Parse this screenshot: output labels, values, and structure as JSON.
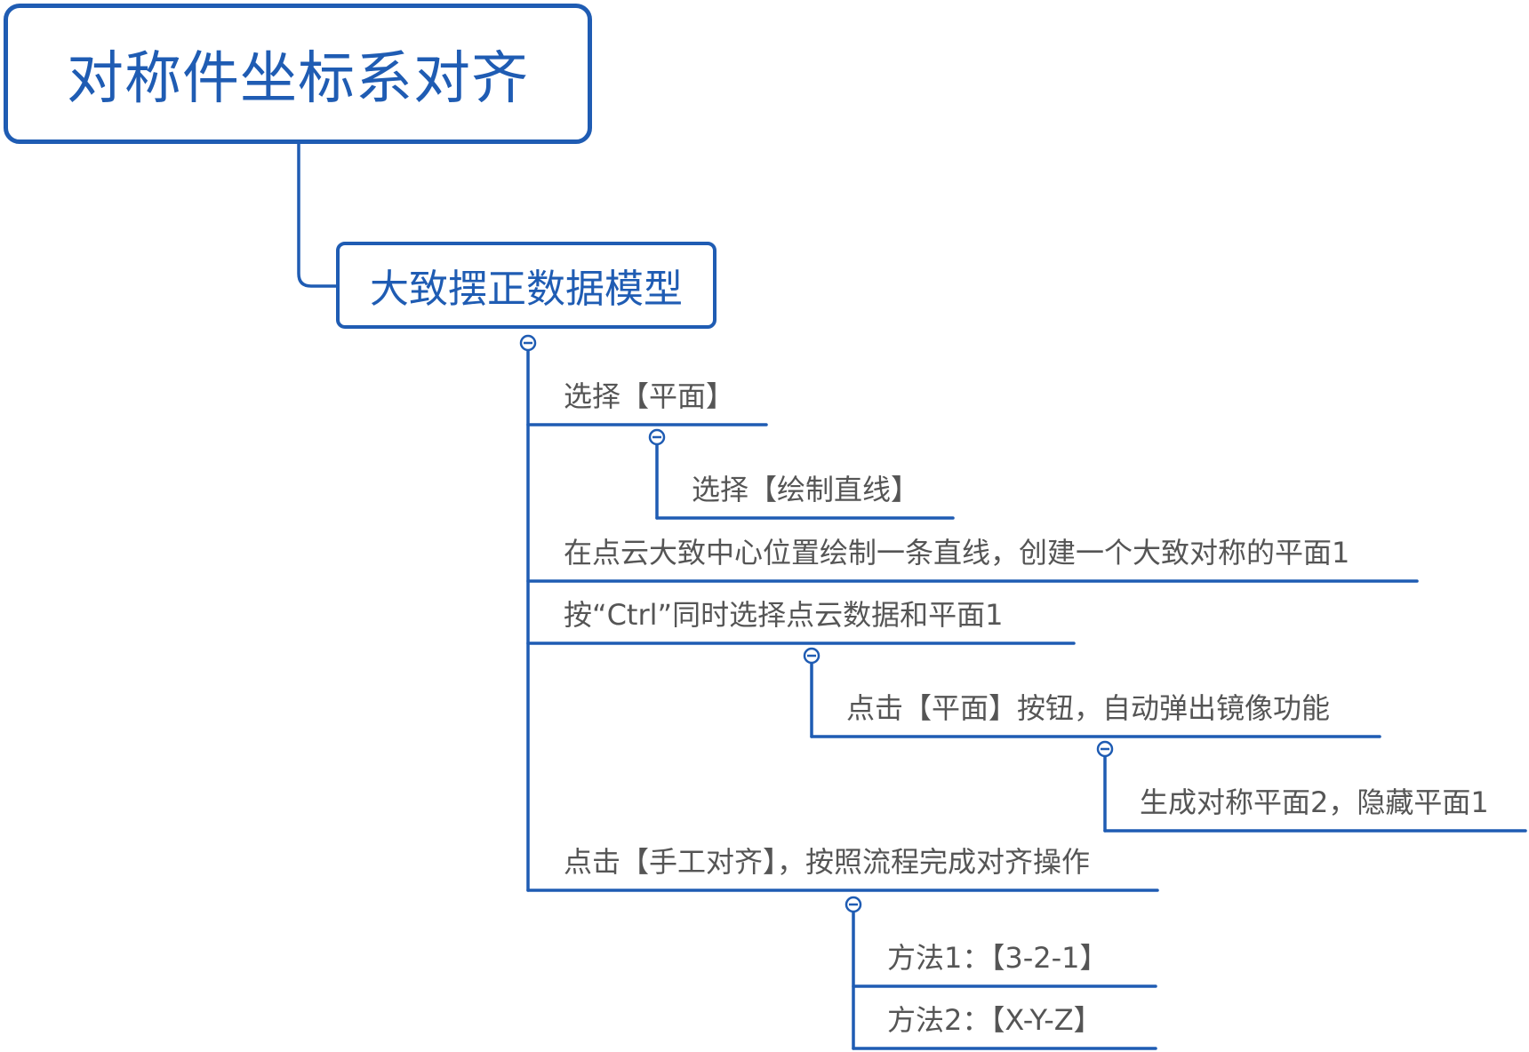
{
  "theme": {
    "accent": "#1f5cb3",
    "text": "#555555"
  },
  "root": {
    "label": "对称件坐标系对齐"
  },
  "child": {
    "label": "大致摆正数据模型"
  },
  "steps": {
    "s1": "选择【平面】",
    "s1a": "选择【绘制直线】",
    "s2": "在点云大致中心位置绘制一条直线，创建一个大致对称的平面1",
    "s3": "按“Ctrl”同时选择点云数据和平面1",
    "s3a": "点击【平面】按钮，自动弹出镜像功能",
    "s3b": "生成对称平面2，隐藏平面1",
    "s4": "点击【手工对齐】，按照流程完成对齐操作",
    "s4a": "方法1：【3-2-1】",
    "s4b": "方法2：【X-Y-Z】"
  },
  "icons": {
    "collapse": "collapse-minus-icon"
  }
}
